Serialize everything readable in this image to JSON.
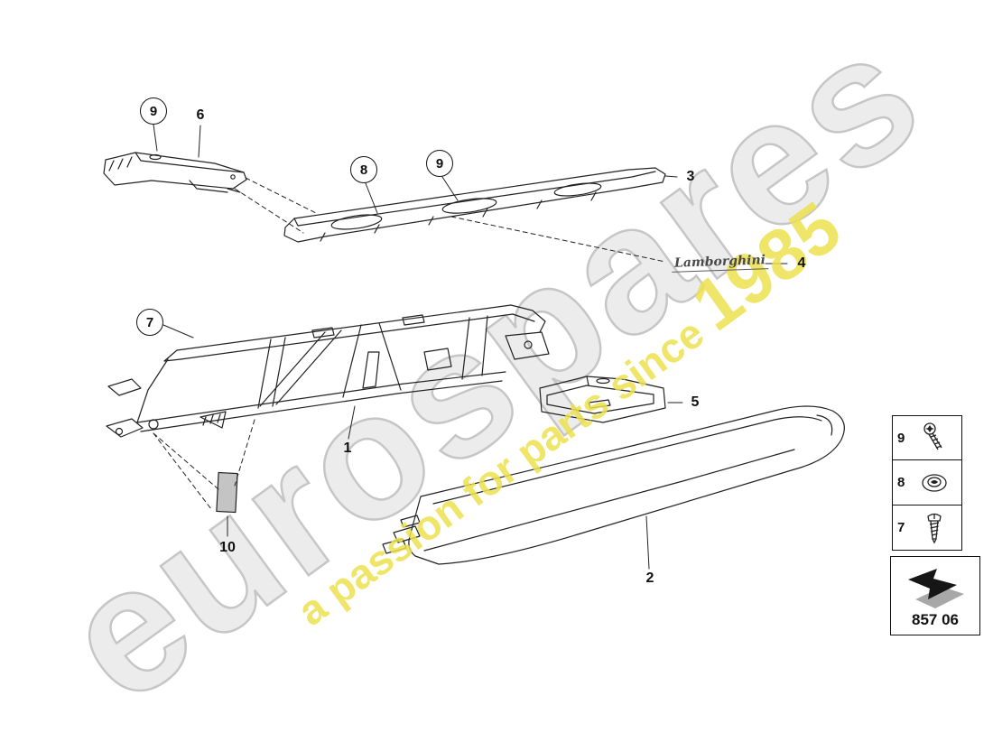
{
  "watermark": {
    "text": "eurospares",
    "tagline_prefix": "a passion for parts since",
    "tagline_year": "1985"
  },
  "colors": {
    "watermark_gray": "#c6c6c6",
    "watermark_yellow": "#ece04f",
    "line_art": "#222222"
  },
  "brand_script": "Lamborghini",
  "callouts": {
    "c9a": "9",
    "c8": "8",
    "c9b": "9",
    "c7": "7"
  },
  "labels": {
    "l1": "1",
    "l2": "2",
    "l3": "3",
    "l4": "4",
    "l5": "5",
    "l6": "6",
    "l10": "10"
  },
  "legend": {
    "rows": [
      {
        "num": "9",
        "icon": "torx-screw-icon"
      },
      {
        "num": "8",
        "icon": "grommet-icon"
      },
      {
        "num": "7",
        "icon": "tapping-screw-icon"
      }
    ]
  },
  "part_code": "857 06"
}
